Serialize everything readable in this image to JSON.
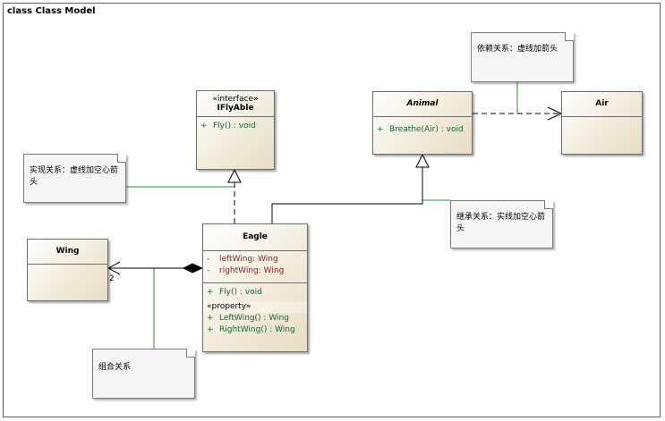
{
  "frame": {
    "title": "class Class Model"
  },
  "classes": {
    "iflyable": {
      "stereotype": "«interface»",
      "name": "IFlyAble",
      "ops": [
        {
          "vis": "+",
          "text": "Fly() : void"
        }
      ]
    },
    "animal": {
      "name": "Animal",
      "ops": [
        {
          "vis": "+",
          "text": "Breathe(Air) : void"
        }
      ]
    },
    "air": {
      "name": "Air"
    },
    "wing": {
      "name": "Wing"
    },
    "eagle": {
      "name": "Eagle",
      "attrs": [
        {
          "vis": "-",
          "text": "leftWing:  Wing"
        },
        {
          "vis": "-",
          "text": "rightWing:  Wing"
        }
      ],
      "ops": [
        {
          "vis": "+",
          "text": "Fly() : void"
        }
      ],
      "stereotype": "«property»",
      "props": [
        {
          "vis": "+",
          "text": "LeftWing() : Wing"
        },
        {
          "vis": "+",
          "text": "RightWing() : Wing"
        }
      ]
    }
  },
  "notes": {
    "dependency": "依赖关系：虚线加箭头",
    "realization": "实现关系：虚线加空心箭头",
    "inheritance": "继承关系：实线加空心箭头",
    "composition": "组合关系"
  },
  "multiplicity": {
    "wing": "2"
  },
  "colors": {
    "note_link": "#2e8b3a",
    "line": "#000000"
  }
}
